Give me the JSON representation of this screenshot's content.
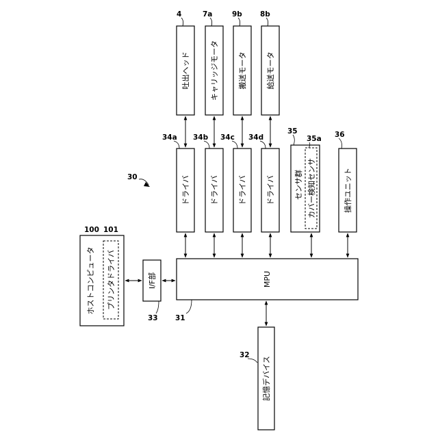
{
  "blocks": {
    "head": {
      "label": "吐出ヘッド",
      "ref": "4"
    },
    "carriage_motor": {
      "label": "キャリッジモータ",
      "ref": "7a"
    },
    "convey_motor": {
      "label": "搬送モータ",
      "ref": "9b"
    },
    "feed_motor": {
      "label": "給送モータ",
      "ref": "8b"
    },
    "driver_a": {
      "label": "ドライバ",
      "ref": "34a"
    },
    "driver_b": {
      "label": "ドライバ",
      "ref": "34b"
    },
    "driver_c": {
      "label": "ドライバ",
      "ref": "34c"
    },
    "driver_d": {
      "label": "ドライバ",
      "ref": "34d"
    },
    "sensor_group": {
      "label": "センサ群",
      "ref": "35"
    },
    "cover_sensor": {
      "label": "カバー検知センサ",
      "ref": "35a"
    },
    "operation_unit": {
      "label": "操作ユニット",
      "ref": "36"
    },
    "host_computer": {
      "label": "ホストコンピュータ",
      "ref": "100"
    },
    "printer_driver": {
      "label": "プリンタドライバ",
      "ref": "101"
    },
    "interface": {
      "label": "I/F部",
      "ref": "33"
    },
    "mpu": {
      "label": "MPU",
      "ref": "31"
    },
    "storage": {
      "label": "記憶デバイス",
      "ref": "32"
    }
  },
  "system_ref": "30"
}
